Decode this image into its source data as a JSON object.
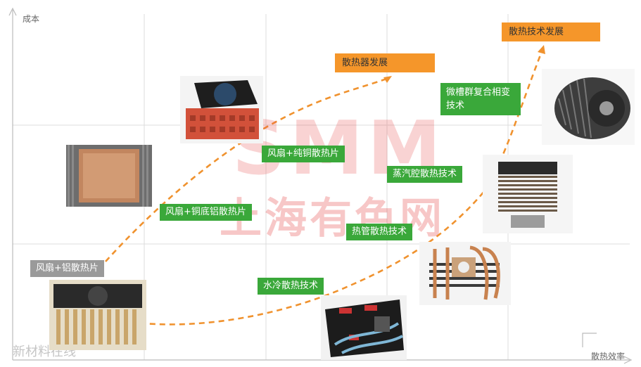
{
  "axes": {
    "y_label": "成本",
    "x_label": "散热效率"
  },
  "stages": [
    {
      "id": "fan-aluminum",
      "label": "风扇+铝散热片",
      "style": "gray"
    },
    {
      "id": "fan-copper-base-aluminum",
      "label": "风扇+铜底铝散热片",
      "style": "green"
    },
    {
      "id": "fan-pure-copper",
      "label": "风扇+纯铜散热片",
      "style": "green"
    },
    {
      "id": "water-cooling",
      "label": "水冷散热技术",
      "style": "green"
    },
    {
      "id": "heat-pipe",
      "label": "热管散热技术",
      "style": "green"
    },
    {
      "id": "vapor-chamber",
      "label": "蒸汽腔散热技术",
      "style": "green"
    },
    {
      "id": "micro-groove-phase-change",
      "label": "微槽群复合相变技术",
      "style": "green"
    }
  ],
  "trends": {
    "radiator_development": "散热器发展",
    "technology_development": "散热技术发展"
  },
  "watermarks": {
    "logo": "SMM",
    "company": "上海有色网",
    "corner": "新材料在线"
  },
  "colors": {
    "green_box": "#3aa83a",
    "orange_box": "#f5962a",
    "gray_box": "#9a9a9a",
    "dashed_curve": "#f0922e",
    "grid": "#d9d9d9"
  }
}
